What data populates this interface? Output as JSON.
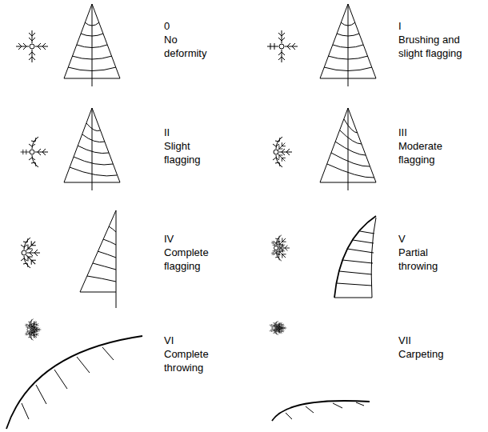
{
  "diagram": {
    "labels": [
      "0",
      "No deformity",
      "I",
      "Brushing and slight flagging",
      "II",
      "Slight flagging",
      "III",
      "Moderate flagging",
      "IV",
      "Complete flagging",
      "V",
      "Partial throwing",
      "VI",
      "Complete throwing",
      "VII",
      "Carpeting"
    ]
  }
}
